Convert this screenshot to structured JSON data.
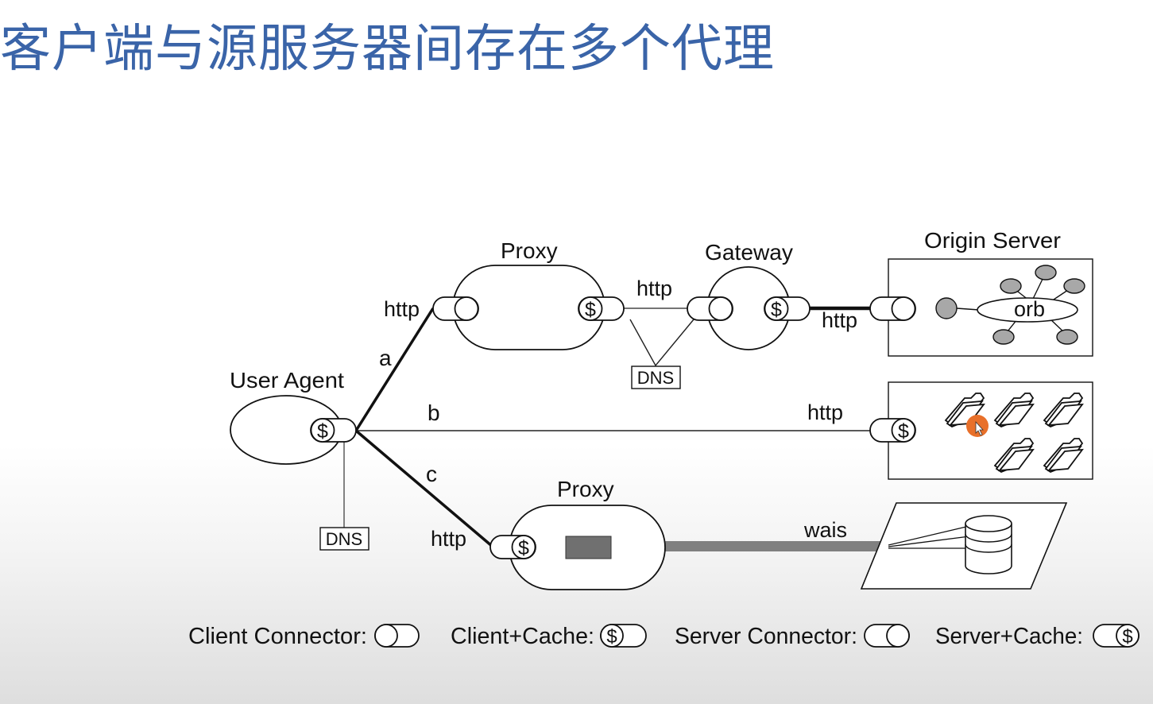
{
  "slide": {
    "title": "客户端与源服务器间存在多个代理"
  },
  "diagram": {
    "nodes": {
      "user_agent": "User Agent",
      "proxy_top": "Proxy",
      "gateway": "Gateway",
      "origin_server": "Origin Server",
      "proxy_bottom": "Proxy",
      "orb": "orb"
    },
    "paths": {
      "a": "a",
      "b": "b",
      "c": "c"
    },
    "protocols": {
      "http_a": "http",
      "http_proxy_gateway": "http",
      "http_gateway_origin": "http",
      "http_b": "http",
      "http_c": "http",
      "wais": "wais"
    },
    "dns": {
      "top": "DNS",
      "left": "DNS"
    },
    "cache_symbol": "$",
    "legend": {
      "client_connector": "Client Connector:",
      "client_cache": "Client+Cache:",
      "server_connector": "Server Connector:",
      "server_cache": "Server+Cache:"
    },
    "colors": {
      "title": "#3a64a8",
      "line": "#111111",
      "wais_bar": "#808080",
      "node_fill": "#a8a8a8",
      "cursor_dot": "#e8702a"
    }
  }
}
